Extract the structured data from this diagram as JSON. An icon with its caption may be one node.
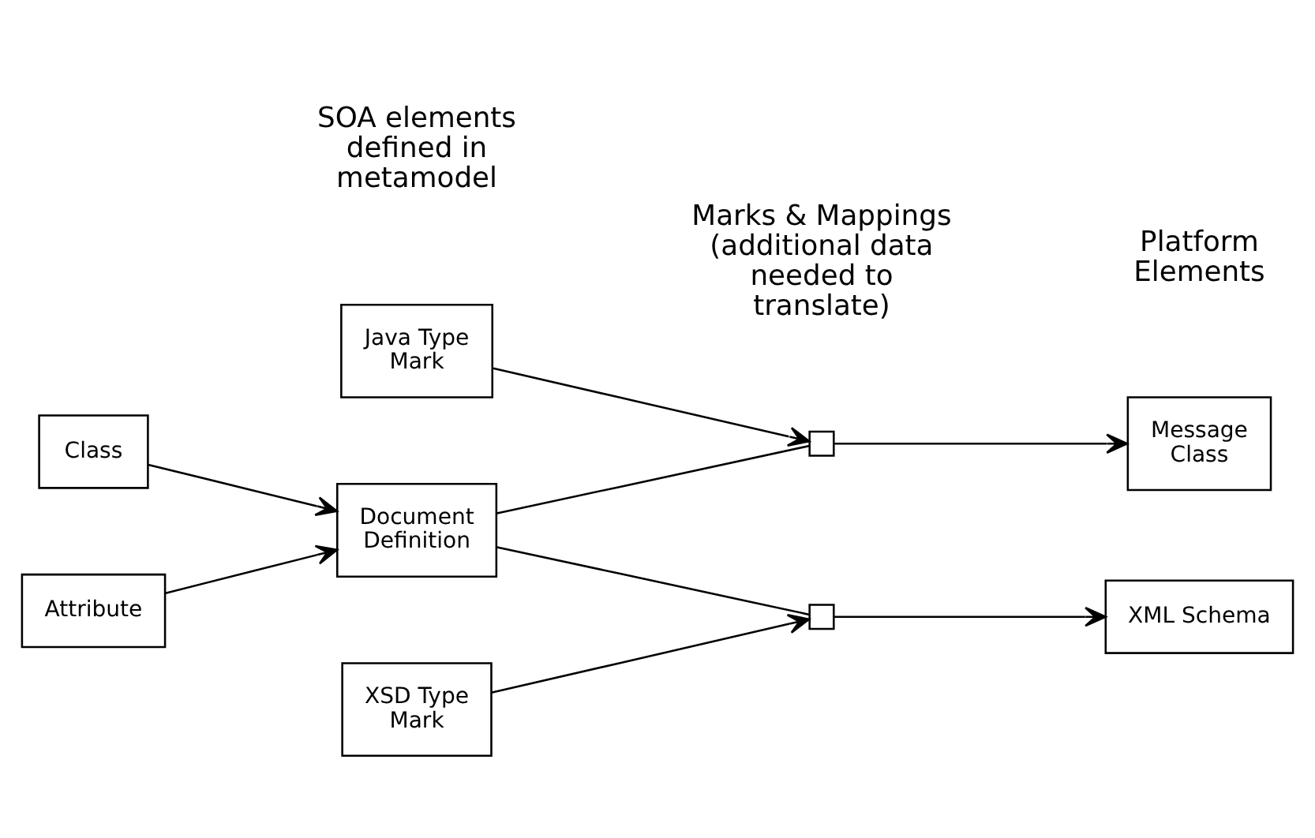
{
  "diagram": {
    "nodes": [
      {
        "text": [
          "Class"
        ]
      },
      {
        "text": [
          "Attribute"
        ]
      },
      {
        "text": [
          "Java Type Mark"
        ]
      },
      {
        "text": [
          "Message Class"
        ]
      },
      {
        "text": [
          "Document Definition"
        ]
      },
      {
        "text": [],
        "shape": "box"
      },
      {
        "text": [],
        "shape": "box"
      },
      {
        "text": [
          "XML Schema"
        ]
      },
      {
        "text": [
          "XSD Type Mark"
        ]
      }
    ],
    "edges": [
      {
        "from": 0,
        "to": 4,
        "arrow": "to"
      },
      {
        "from": 1,
        "to": 4,
        "arrow": "to"
      },
      {
        "from": 4,
        "to": 5,
        "arrow": "none"
      },
      {
        "from": 5,
        "to": 3,
        "arrow": "to"
      },
      {
        "from": 2,
        "to": 5,
        "arrow": "to"
      },
      {
        "from": 4,
        "to": 6,
        "arrow": "none"
      },
      {
        "from": 6,
        "to": 7,
        "arrow": "to"
      },
      {
        "from": 8,
        "to": 6,
        "arrow": "to"
      }
    ],
    "labels": [
      "SOA elements defined in metamodel",
      "Marks & Mappings (additional data needed to translate)",
      "Platform Elements"
    ]
  }
}
